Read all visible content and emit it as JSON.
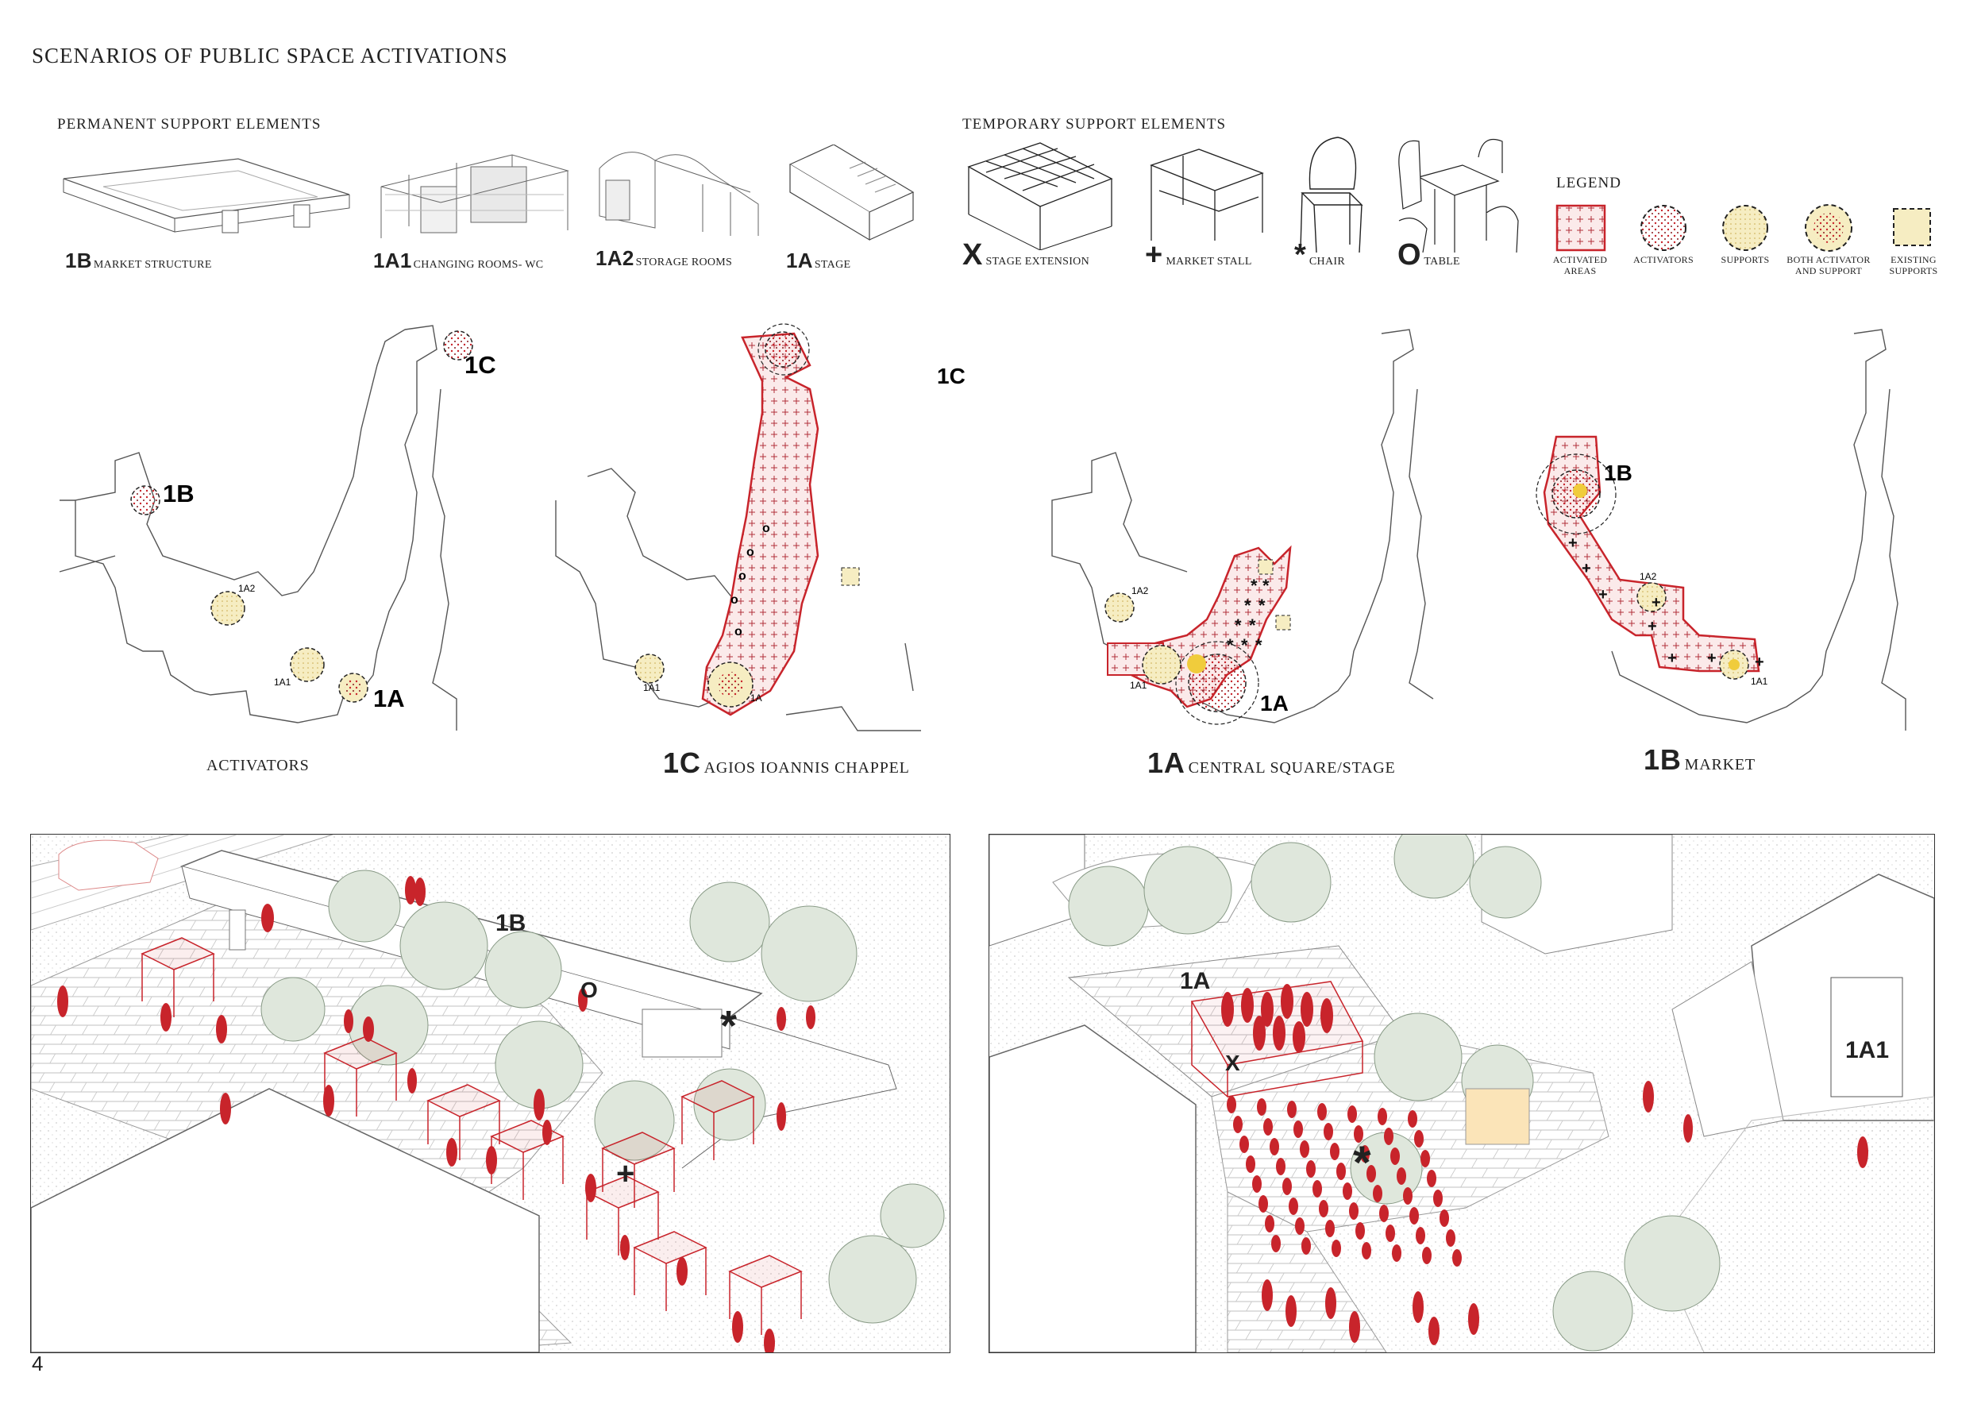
{
  "page_title": "SCENARIOS OF PUBLIC SPACE ACTIVATIONS",
  "page_number": "4",
  "permanent": {
    "heading": "PERMANENT SUPPORT ELEMENTS",
    "items": [
      {
        "code": "1B",
        "name": "MARKET STRUCTURE"
      },
      {
        "code": "1A1",
        "name": "CHANGING ROOMS- WC"
      },
      {
        "code": "1A2",
        "name": "STORAGE ROOMS"
      },
      {
        "code": "1A",
        "name": "STAGE"
      }
    ]
  },
  "temporary": {
    "heading": "TEMPORARY SUPPORT ELEMENTS",
    "items": [
      {
        "symbol": "X",
        "name": "STAGE EXTENSION"
      },
      {
        "symbol": "+",
        "name": "MARKET STALL"
      },
      {
        "symbol": "*",
        "name": "CHAIR"
      },
      {
        "symbol": "O",
        "name": "TABLE"
      }
    ]
  },
  "legend": {
    "heading": "LEGEND",
    "items": [
      {
        "line1": "ACTIVATED",
        "line2": "AREAS"
      },
      {
        "line1": "ACTIVATORS",
        "line2": ""
      },
      {
        "line1": "SUPPORTS",
        "line2": ""
      },
      {
        "line1": "BOTH ACTIVATOR",
        "line2": "AND SUPPORT"
      },
      {
        "line1": "EXISTING",
        "line2": "SUPPORTS"
      }
    ]
  },
  "plans": [
    {
      "code": "",
      "caption": "ACTIVATORS",
      "labels": {
        "c": "1C",
        "b": "1B",
        "a": "1A",
        "a1": "1A1",
        "a2": "1A2"
      }
    },
    {
      "code": "1C",
      "caption": "AGIOS IOANNIS CHAPPEL",
      "labels": {
        "c": "1C",
        "a": "1A",
        "a1": "1A1"
      }
    },
    {
      "code": "1A",
      "caption": "CENTRAL SQUARE/STAGE",
      "labels": {
        "a": "1A",
        "a1": "1A1",
        "a2": "1A2"
      }
    },
    {
      "code": "1B",
      "caption": "MARKET",
      "labels": {
        "b": "1B",
        "a1": "1A1",
        "a2": "1A2"
      }
    }
  ],
  "scenes": {
    "left": {
      "label_b": "1B",
      "sym_table": "O",
      "sym_chair": "*",
      "sym_stall": "+"
    },
    "right": {
      "label_a": "1A",
      "label_a1": "1A1",
      "sym_ext": "X",
      "sym_chair": "*"
    }
  },
  "colors": {
    "accent": "#c8242b",
    "support": "#f2e6a6",
    "ink": "#222222"
  }
}
